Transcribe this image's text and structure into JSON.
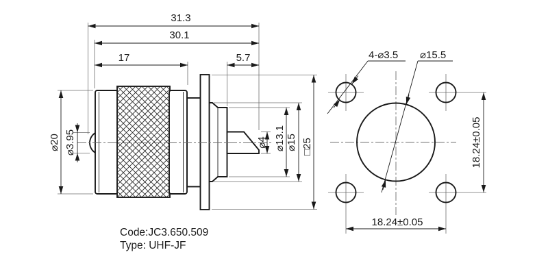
{
  "page": {
    "background": "#ffffff",
    "line_color": "#1a1a1a"
  },
  "side_view": {
    "dims": {
      "overall_length": "31.3",
      "length_to_rear": "30.1",
      "coupling_nut_length": "17",
      "rear_length": "5.7",
      "body_diameter": "⌀20",
      "tip_diameter": "⌀3.95",
      "contact_diameter": "⌀4",
      "insulator_diameter": "⌀13.1",
      "boss_diameter": "⌀15",
      "flange_square": "□25"
    }
  },
  "front_view": {
    "dims": {
      "mounting_holes": "4-⌀3.5",
      "center_circle_diameter": "⌀15.5",
      "hole_spacing_horizontal": "18.24±0.05",
      "hole_spacing_vertical": "18.24±0.05"
    }
  },
  "annotation": {
    "code": "Code:JC3.650.509",
    "type": "Type: UHF-JF"
  }
}
